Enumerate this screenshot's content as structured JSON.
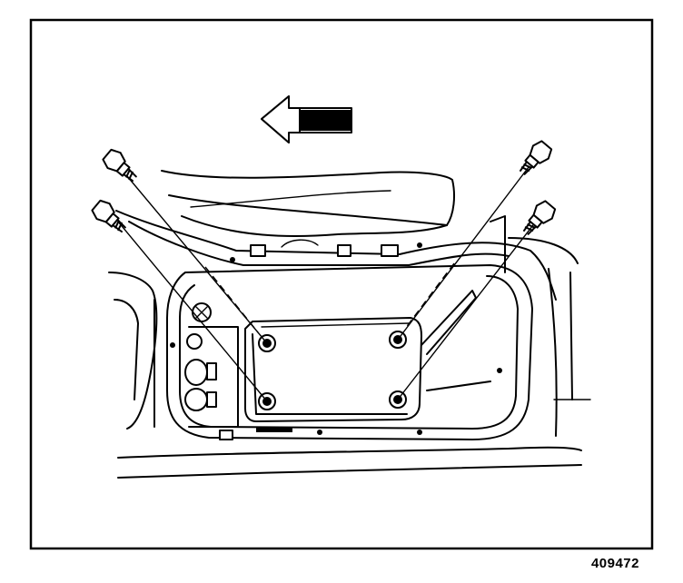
{
  "figure": {
    "id_label": "409472",
    "direction_arrow": "arrow-left",
    "fasteners": 4,
    "colors": {
      "line": "#000000",
      "background": "#ffffff"
    }
  }
}
